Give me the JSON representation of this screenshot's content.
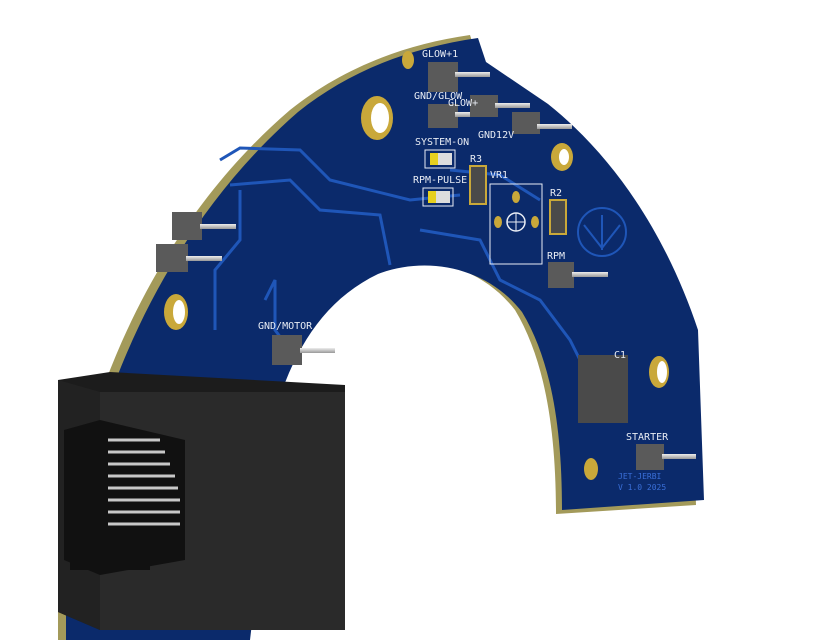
{
  "board": {
    "labels": {
      "glow1": "GLOW+1",
      "gnd_glow": "GND/GLOW",
      "glow_plus": "GLOW+",
      "gnd12v": "GND12V",
      "system_on": "SYSTEM-ON",
      "rpm_pulse": "RPM-PULSE",
      "r3": "R3",
      "vr1": "VR1",
      "r2": "R2",
      "rpm": "RPM",
      "gnd_motor": "GND/MOTOR",
      "c1": "C1",
      "starter": "STARTER"
    },
    "copper_text": {
      "name": "JET-JERBI",
      "version": "V 1.0 2025"
    }
  },
  "colors": {
    "solder_mask": "#0b2a6b",
    "trace": "#1f56b8",
    "board_edge": "#a39a5a",
    "pad_gold": "#c9a83a",
    "connector": "#2a2a2a",
    "header": "#5a5a5a"
  }
}
